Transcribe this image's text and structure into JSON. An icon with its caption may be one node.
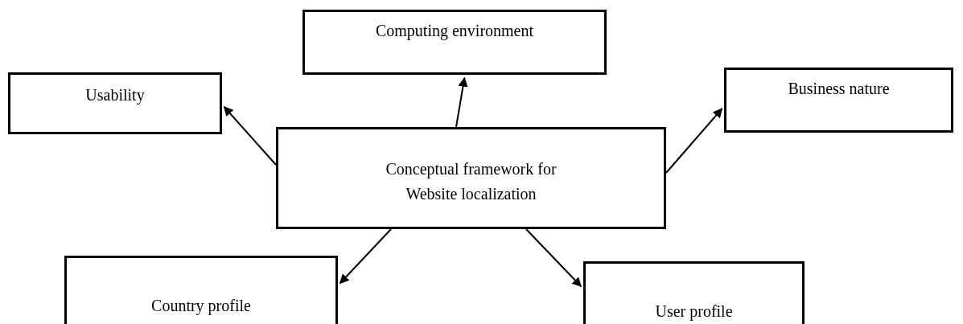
{
  "diagram": {
    "nodes": [
      {
        "text": [
          "Computing environment"
        ]
      },
      {
        "text": [
          "Usability"
        ]
      },
      {
        "text": [
          "Business nature"
        ]
      },
      {
        "text": [
          "Conceptual framework for Website localization"
        ]
      },
      {
        "text": [
          "Country profile"
        ]
      },
      {
        "text": [
          "User profile"
        ]
      }
    ],
    "edges": [
      {
        "from": 3,
        "to": 0,
        "arrow": "to"
      },
      {
        "from": 3,
        "to": 1,
        "arrow": "to"
      },
      {
        "from": 3,
        "to": 2,
        "arrow": "to"
      },
      {
        "from": 3,
        "to": 4,
        "arrow": "to"
      },
      {
        "from": 3,
        "to": 5,
        "arrow": "to"
      }
    ]
  }
}
